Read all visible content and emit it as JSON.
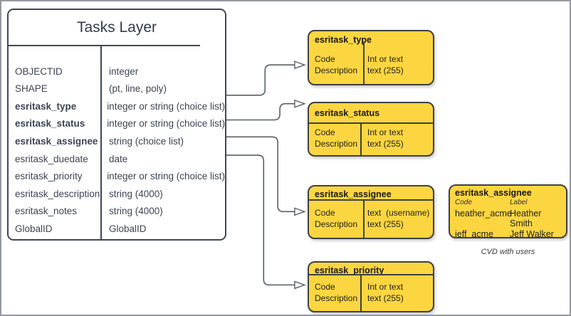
{
  "tasks_layer": {
    "title": "Tasks Layer",
    "rows": [
      {
        "name": "OBJECTID",
        "type": "integer",
        "bold": false
      },
      {
        "name": "SHAPE",
        "type": "(pt, line, poly)",
        "bold": false
      },
      {
        "name": "esritask_type",
        "type": "integer or string (choice list)",
        "bold": true
      },
      {
        "name": "esritask_status",
        "type": "integer or string (choice list)",
        "bold": true
      },
      {
        "name": "esritask_assignee",
        "type": "string (choice list)",
        "bold": true
      },
      {
        "name": "esritask_duedate",
        "type": "date",
        "bold": false
      },
      {
        "name": "esritask_priority",
        "type": "integer or string (choice list)",
        "bold": false
      },
      {
        "name": "esritask_description",
        "type": "string (4000)",
        "bold": false
      },
      {
        "name": "esritask_notes",
        "type": "string (4000)",
        "bold": false
      },
      {
        "name": "GlobalID",
        "type": "GlobalID",
        "bold": false
      }
    ]
  },
  "boxes": {
    "type": {
      "title": "esritask_type",
      "left": [
        "Code",
        "Description"
      ],
      "right": [
        "Int or text",
        "text (255)"
      ]
    },
    "status": {
      "title": "esritask_status",
      "left": [
        "Code",
        "Description"
      ],
      "right": [
        "Int or text",
        "text (255)"
      ]
    },
    "assignee": {
      "title": "esritask_assignee",
      "left": [
        "Code",
        "Description"
      ],
      "right": [
        "text  (username)",
        "text (255)"
      ]
    },
    "priority": {
      "title": "esritask_priority",
      "left": [
        "Code",
        "Description"
      ],
      "right": [
        "Int or text",
        "text (255)"
      ]
    }
  },
  "cvd": {
    "title": "esritask_assignee",
    "headers": [
      "Code",
      "Label"
    ],
    "rows": [
      [
        "heather_acme",
        "Heather Smith"
      ],
      [
        "jeff_acme",
        "Jeff Walker"
      ]
    ],
    "more": "....",
    "caption": "CVD with users"
  },
  "colors": {
    "box_fill": "#fbd640",
    "box_border": "#404040",
    "table_border": "#3c4856",
    "table_text": "#3a4553",
    "connector": "#566066",
    "canvas_border": "#949aa1"
  }
}
